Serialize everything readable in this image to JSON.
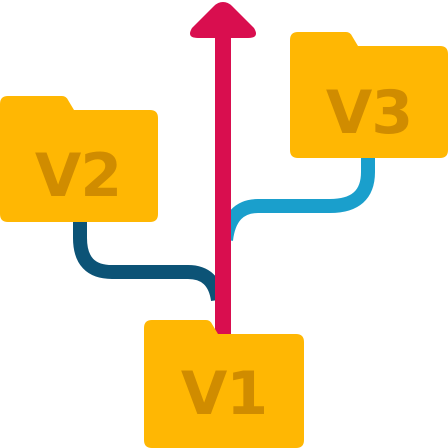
{
  "folders": {
    "v1": {
      "label": "V1"
    },
    "v2": {
      "label": "V2"
    },
    "v3": {
      "label": "V3"
    }
  },
  "colors": {
    "folder_fill": "#FFB703",
    "folder_text": "#D08C00",
    "main_arrow": "#D90E4F",
    "branch_v2": "#0C5376",
    "branch_v3": "#1A9FCC",
    "background": "#FFFFFF"
  },
  "icons": {
    "trunk": "upward-arrow-icon",
    "folders": "folder-icon"
  }
}
